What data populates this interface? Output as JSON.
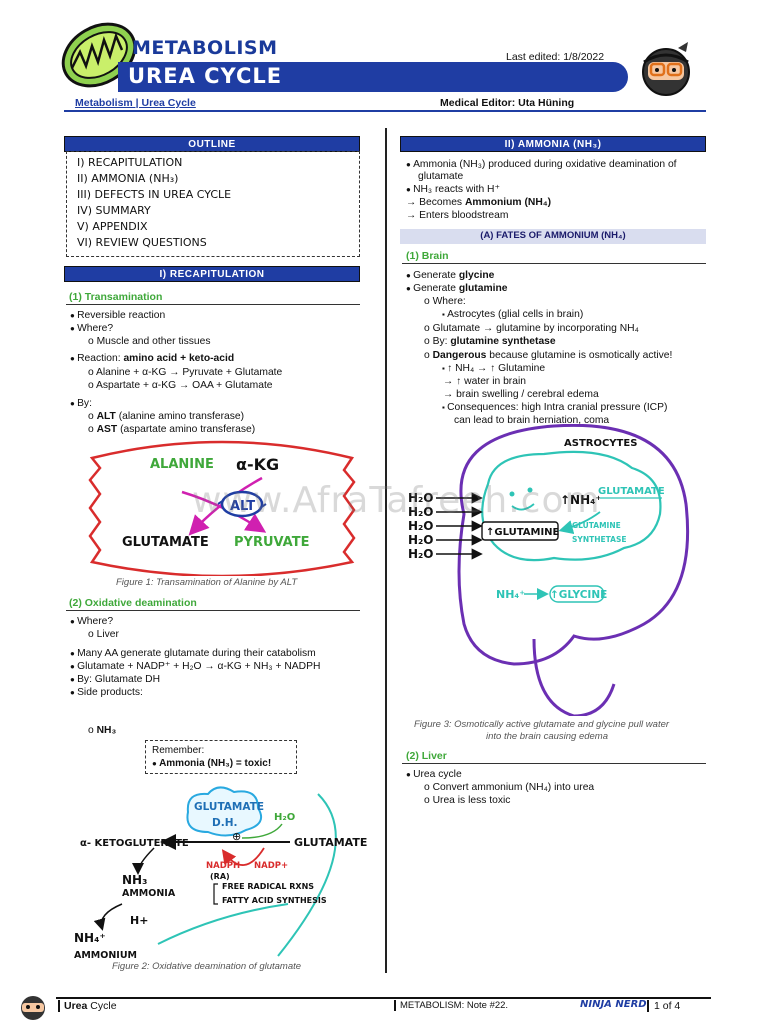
{
  "header": {
    "title_top": "METABOLISM",
    "title_main": "UREA CYCLE",
    "last_edited": "Last edited: 1/8/2022",
    "breadcrumb": "Metabolism | Urea Cycle",
    "editor": "Medical Editor: Uta Hüning"
  },
  "outline": {
    "heading": "OUTLINE",
    "items": [
      "I) RECAPITULATION",
      "II) AMMONIA (NH₃)",
      "III) DEFECTS IN UREA CYCLE",
      "IV) SUMMARY",
      "V) APPENDIX",
      "VI) REVIEW QUESTIONS"
    ]
  },
  "left": {
    "section_heading": "I)  RECAPITULATION",
    "transamination": {
      "heading": "(1)  Transamination",
      "l1": "Reversible reaction",
      "l2": "Where?",
      "l3": "Muscle and other tissues",
      "l4a": "Reaction: ",
      "l4b": "amino acid + keto-acid",
      "l5": "Alanine + α-KG → Pyruvate + Glutamate",
      "l6": "Aspartate + α-KG → OAA + Glutamate",
      "l7": "By:",
      "l8a": "ALT",
      "l8b": " (alanine amino transferase)",
      "l9a": "AST",
      "l9b": " (aspartate amino transferase)"
    },
    "fig1": {
      "alanine": "ALANINE",
      "akg": "α-KG",
      "alt": "ALT",
      "glutamate": "GLUTAMATE",
      "pyruvate": "PYRUVATE",
      "caption": "Figure 1: Transamination of Alanine by ALT"
    },
    "oxidative": {
      "heading": "(2)  Oxidative deamination",
      "l1": "Where?",
      "l2": "Liver",
      "l3": "Many AA generate glutamate during their catabolism",
      "l4": "Glutamate + NADP⁺ + H₂O → α-KG + NH₃ + NADPH",
      "l5": "By: Glutamate DH",
      "l6": "Side products:",
      "l7": "NH₃",
      "remember_title": "Remember:",
      "remember_body": "Ammonia (NH₃) = toxic!"
    },
    "fig2": {
      "enzyme1": "GLUTAMATE",
      "enzyme2": "D.H.",
      "h2o": "H₂O",
      "akg": "α- KETOGLUTERATE",
      "glutamate": "GLUTAMATE",
      "nadph": "NADPH",
      "nadp": "NADP+",
      "ra": "(RA)",
      "nh3": "NH₃",
      "ammonia": "AMMONIA",
      "hplus": "H+",
      "nh4": "NH₄⁺",
      "ammonium": "AMMONIUM",
      "frr": "FREE RADICAL RXNS",
      "fas": "FATTY ACID SYNTHESIS",
      "caption": "Figure 2: Oxidative deamination of glutamate"
    }
  },
  "right": {
    "section_heading": "II)  AMMONIA (NH₃)",
    "l1": "Ammonia (NH₃) produced during oxidative deamination of",
    "l1b": "glutamate",
    "l2": "NH₃ reacts with H⁺",
    "l3a": "→ Becomes ",
    "l3b": "Ammonium",
    "l3c": " (NH₄)",
    "l4": "→ Enters bloodstream",
    "sub_heading": "(A)  FATES OF AMMONIUM (NH₄)",
    "brain": {
      "heading": "(1)  Brain",
      "l1a": "Generate ",
      "l1b": "glycine",
      "l2a": "Generate ",
      "l2b": "glutamine",
      "l3": "Where:",
      "l4": "Astrocytes (glial cells in brain)",
      "l5": "Glutamate → glutamine by incorporating NH₄",
      "l6a": "By: ",
      "l6b": "glutamine synthetase",
      "l7a": "Dangerous",
      "l7b": " because glutamine is osmotically active!",
      "l8": "↑ NH₄ → ↑ Glutamine",
      "l9": "→ ↑ water in brain",
      "l10": "→ brain swelling / cerebral edema",
      "l11": "Consequences: high Intra cranial pressure (ICP)",
      "l12": "can lead to brain herniation, coma"
    },
    "fig3": {
      "astrocytes": "ASTROCYTES",
      "h2o": "H₂O",
      "nh4": "↑NH₄⁺",
      "glutamate": "GLUTAMATE",
      "glutamine": "↑GLUTAMINE",
      "gs1": "GLUTAMINE",
      "gs2": "SYNTHETASE",
      "nh4b": "NH₄⁺",
      "glycine": "↑GLYCINE",
      "caption1": "Figure 3: Osmotically active glutamate and glycine pull water",
      "caption2": "into the brain causing edema"
    },
    "liver": {
      "heading": "(2)  Liver",
      "l1": "Urea cycle",
      "l2": "Convert ammonium (NH₄) into urea",
      "l3": "Urea is less toxic"
    }
  },
  "watermark": "www.AfraTafreeh.com",
  "footer": {
    "left_bold": "Urea",
    "left_rest": " Cycle",
    "mid": "METABOLISM: Note #22.",
    "logo": "NINJA NERD",
    "page": "1 of 4"
  },
  "colors": {
    "brand_blue": "#1f3da3",
    "subhead_green": "#3fa83a",
    "red": "#d92c2c",
    "magenta": "#d020b0",
    "teal": "#2ec4b6",
    "purple": "#6b2fb3"
  }
}
